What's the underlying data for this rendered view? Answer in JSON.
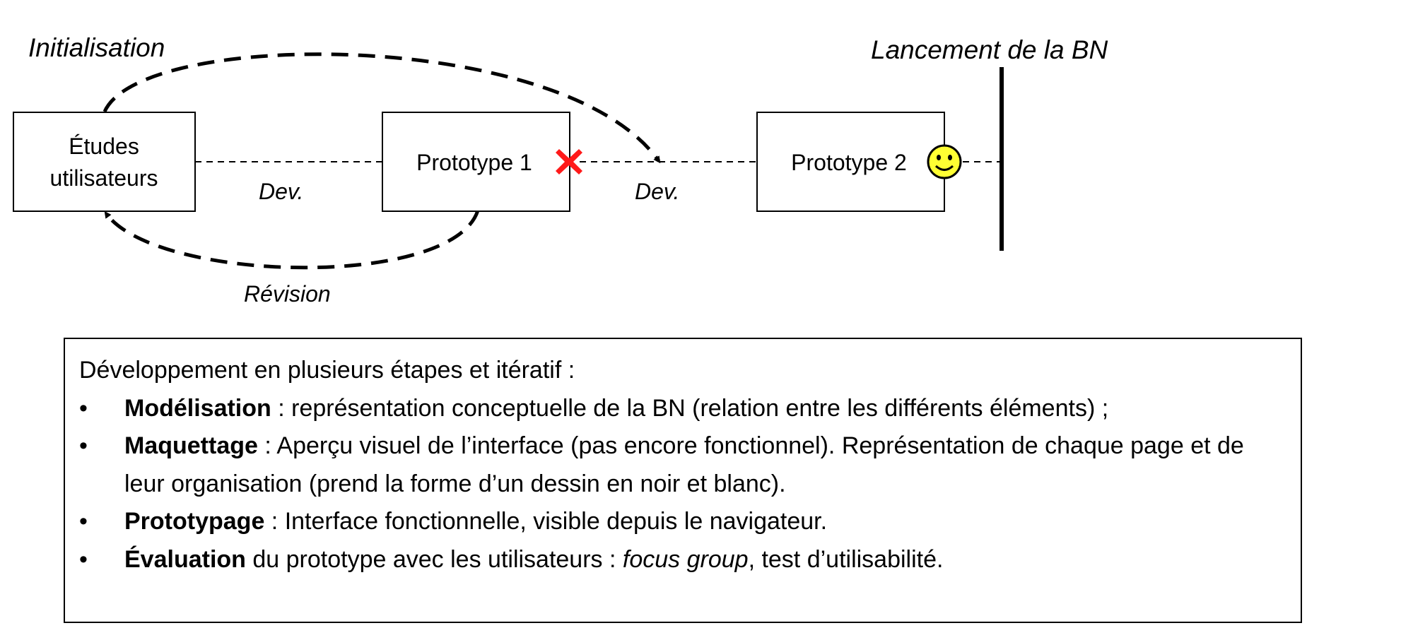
{
  "diagram": {
    "phase_initial": "Initialisation",
    "phase_launch": "Lancement de la BN",
    "box1_lines": [
      "Études",
      "utilisateurs"
    ],
    "box2": "Prototype 1",
    "box3": "Prototype 2",
    "edge_dev_1": "Dev.",
    "edge_dev_2": "Dev.",
    "edge_revision": "Révision",
    "colors": {
      "fail": "#ff1a1a",
      "success_face": "#ffff33"
    },
    "icons": {
      "fail": "red-cross-icon",
      "success": "smiley-icon"
    }
  },
  "info": {
    "intro": "Développement en plusieurs étapes et itératif :",
    "bullet": "•",
    "items": [
      {
        "term": "Modélisation",
        "text": " : représentation conceptuelle de la BN (relation entre les différents éléments) ;"
      },
      {
        "term": "Maquettage",
        "text": " : Aperçu visuel de l’interface (pas encore fonctionnel). Représentation de chaque page et de leur organisation (prend la forme d’un dessin en noir et blanc)."
      },
      {
        "term": "Prototypage",
        "text": " : Interface fonctionnelle, visible depuis le navigateur."
      },
      {
        "term": "Évaluation",
        "text": " du prototype avec les utilisateurs : ",
        "em": "focus group",
        "text_after": ", test d’utilisabilité."
      }
    ]
  }
}
